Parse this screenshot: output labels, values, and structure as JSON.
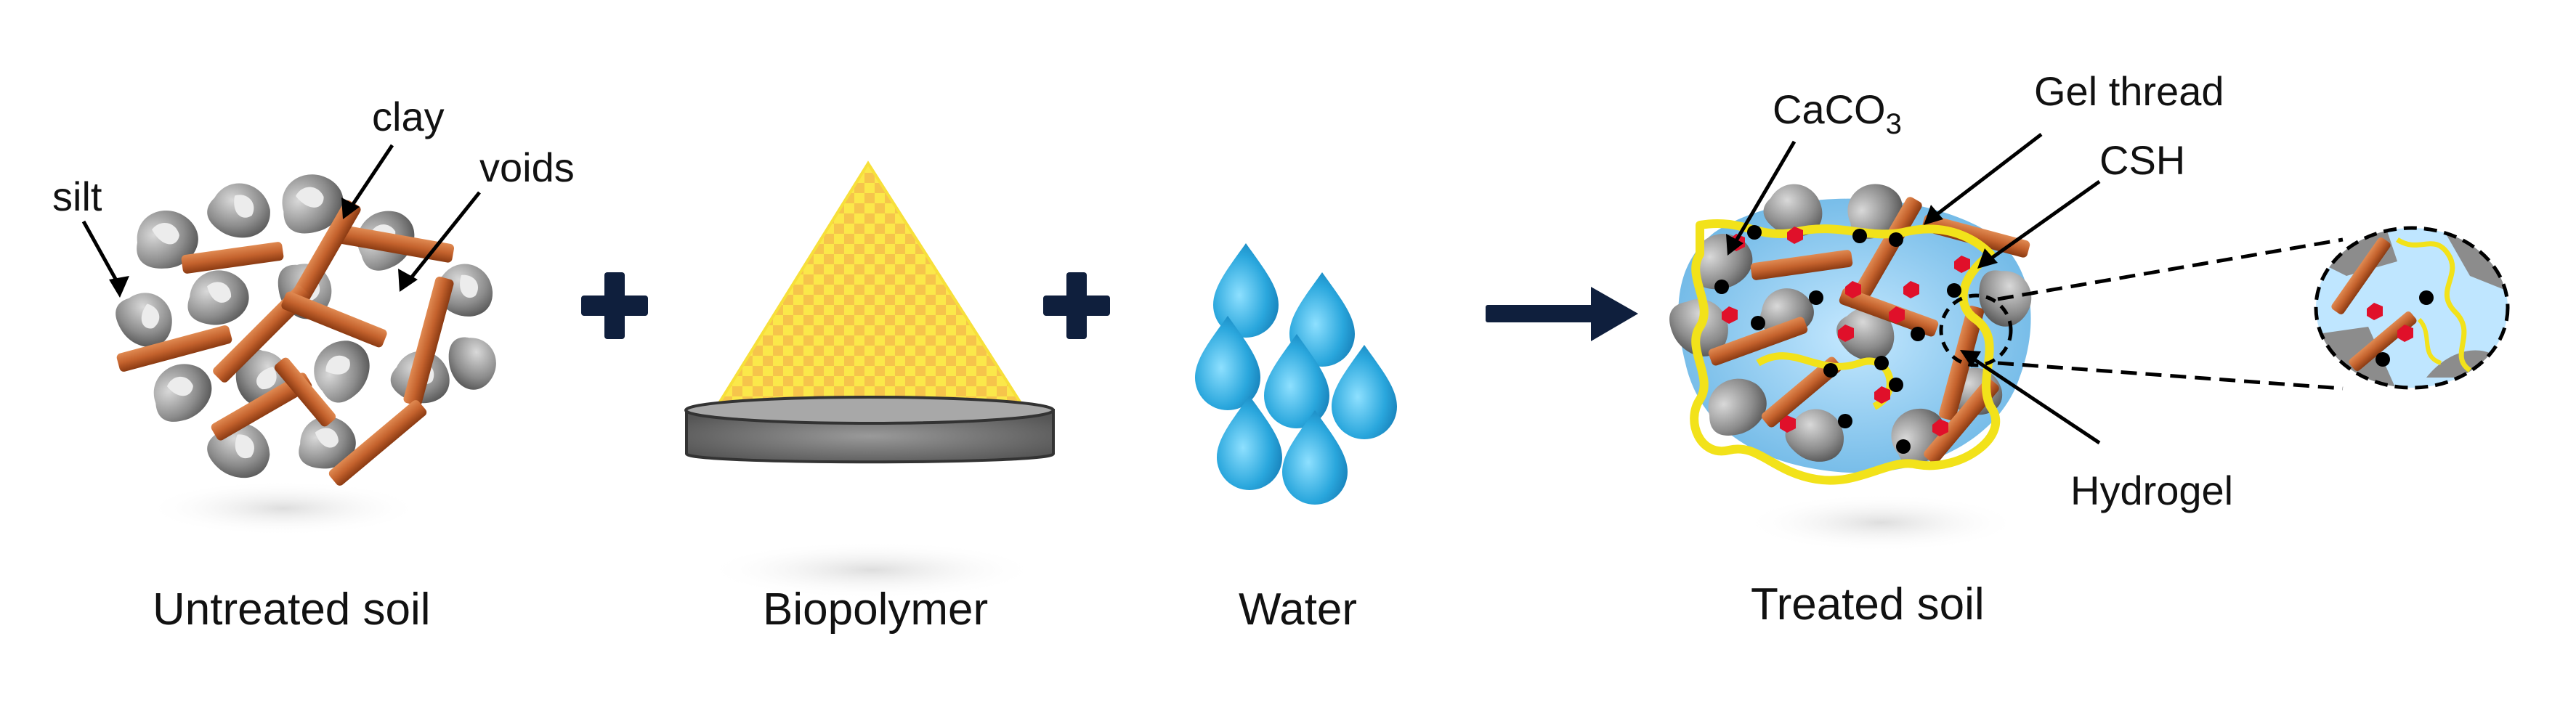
{
  "panels": {
    "untreated": {
      "caption": "Untreated soil",
      "tags": {
        "silt": "silt",
        "clay": "clay",
        "voids": "voids"
      }
    },
    "biopolymer": {
      "caption": "Biopolymer"
    },
    "water": {
      "caption": "Water"
    },
    "treated": {
      "caption": "Treated soil",
      "tags": {
        "caco3_main": "CaCO",
        "caco3_sub": "3",
        "gel_thread": "Gel thread",
        "csh": "CSH",
        "hydrogel": "Hydrogel"
      }
    }
  },
  "colors": {
    "particle": "#8c8c8c",
    "particle_dark": "#5e5e5e",
    "clay": "#c4622d",
    "clay_dark": "#8a3a12",
    "gel_thread": "#f2e21a",
    "hydrogel": "#4fa8e0",
    "water": "#2aa7dd",
    "operator": "#0f1f3d",
    "csh": "#e0102a",
    "caco3": "#000000"
  },
  "icons": {
    "plus_1": "plus-icon",
    "plus_2": "plus-icon",
    "arrow": "arrow-right-icon",
    "magnifier": "zoom-inset-icon"
  }
}
